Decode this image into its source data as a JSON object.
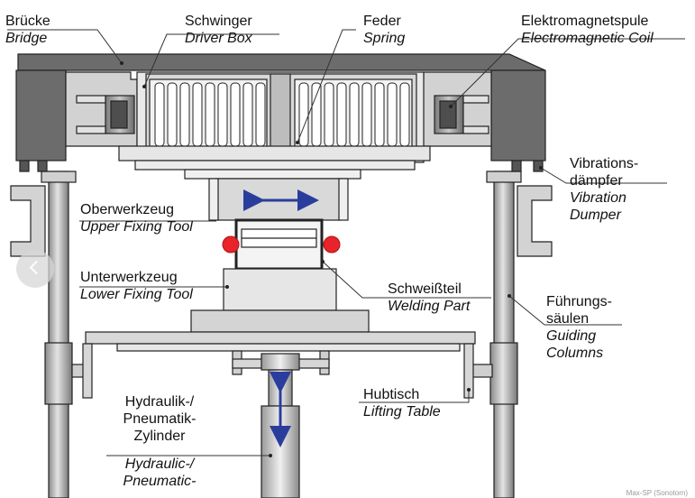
{
  "labels": {
    "bridge": {
      "de": "Brücke",
      "en": "Bridge"
    },
    "driver": {
      "de": "Schwinger",
      "en": "Driver Box"
    },
    "spring": {
      "de": "Feder",
      "en": "Spring"
    },
    "coil": {
      "de": "Elektromagnetspule",
      "en": "Electromagnetic Coil"
    },
    "damper": {
      "de1": "Vibrations-",
      "de2": "dämpfer",
      "en1": "Vibration",
      "en2": "Dumper"
    },
    "upper": {
      "de": "Oberwerkzeug",
      "en": "Upper Fixing Tool"
    },
    "lower": {
      "de": "Unterwerkzeug",
      "en": "Lower Fixing Tool"
    },
    "welding": {
      "de": "Schweißteil",
      "en": "Welding Part"
    },
    "guiding": {
      "de1": "Führungs-",
      "de2": "säulen",
      "en1": "Guiding",
      "en2": "Columns"
    },
    "lifting": {
      "de": "Hubtisch",
      "en": "Lifting Table"
    },
    "cylinder": {
      "de1": "Hydraulik-/",
      "de2": "Pneumatik-",
      "de3": "Zylinder",
      "en1": "Hydraulic-/",
      "en2": "Pneumatic-"
    }
  },
  "watermark": "Max-SP (Sonotorn)",
  "colors": {
    "steel": "#cfcfcf",
    "dark": "#6c6c6c",
    "outline": "#222222",
    "arrow": "#2b3d9c",
    "weld_point": "#e8232a"
  }
}
